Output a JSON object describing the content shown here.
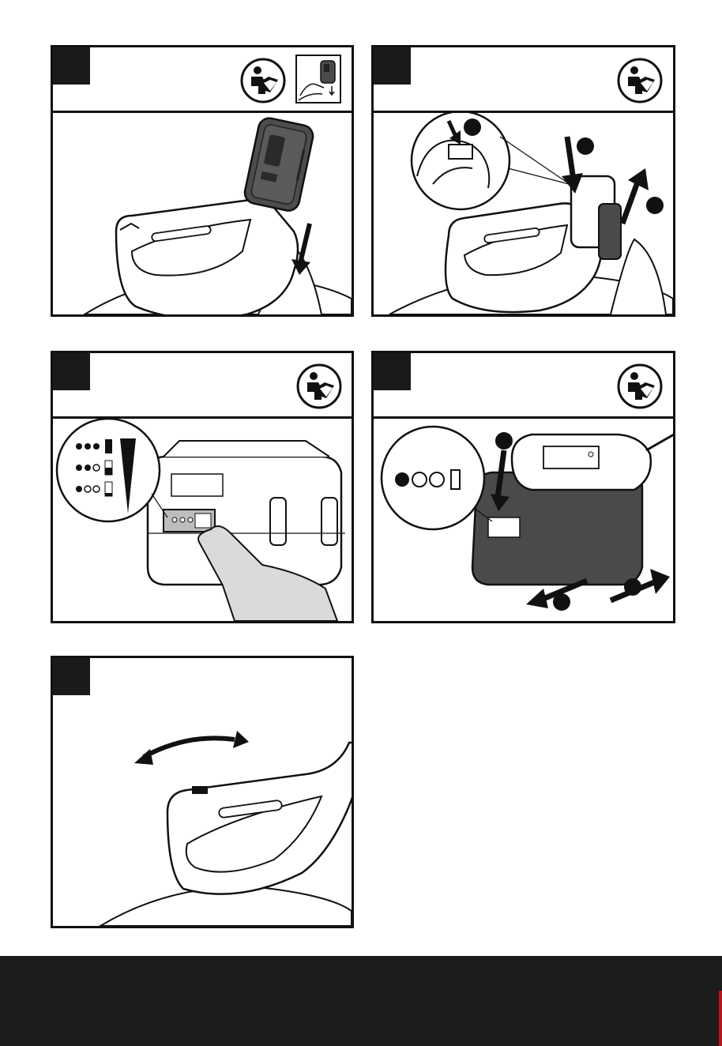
{
  "icons": {
    "read_manual": "read-manual-icon",
    "step_number_block": "step-number-block"
  },
  "colors": {
    "ink": "#111111",
    "battery_fill": "#4a4a4a",
    "footer": "#1c1c1c",
    "accent_edge": "#b5161b"
  },
  "panels": [
    {
      "id": "battery-install",
      "has_thumbnail": true
    },
    {
      "id": "battery-release",
      "has_thumbnail": false
    },
    {
      "id": "charge-indicator",
      "has_thumbnail": false
    },
    {
      "id": "battery-charger",
      "has_thumbnail": false
    },
    {
      "id": "handle-adjust",
      "has_thumbnail": false
    }
  ]
}
